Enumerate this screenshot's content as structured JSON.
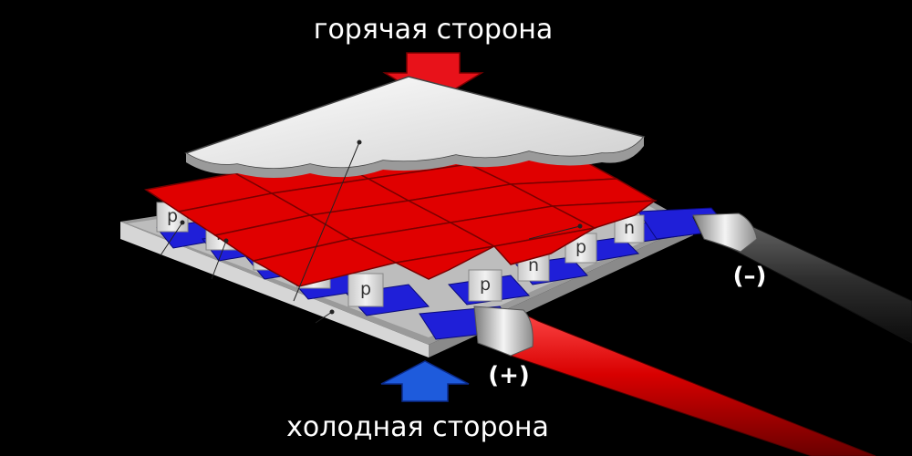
{
  "labels": {
    "hot_side": "горячая сторона",
    "cold_side": "холодная сторона",
    "positive": "(+)",
    "negative": "(–)"
  },
  "elements": [
    "p",
    "n",
    "p",
    "n",
    "p",
    "p",
    "n",
    "p",
    "n"
  ],
  "colors": {
    "background": "#000000",
    "hot_plate": "#e00000",
    "cold_conductor": "#1f1fd8",
    "ceramic": "#e6e6e6",
    "hot_arrow": "#e8121a",
    "cold_arrow": "#1e5bdc",
    "positive_wire": "#d80000",
    "negative_wire": "#333333"
  }
}
